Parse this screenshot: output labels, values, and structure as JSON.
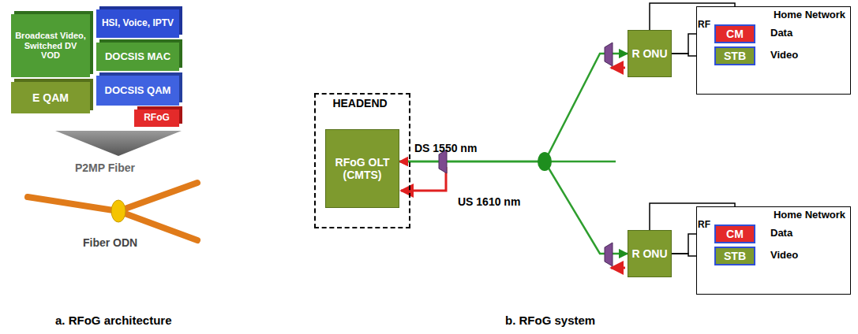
{
  "diagram": {
    "nodes": [
      {
        "text": [
          "Broadcast Video, Switched DV VOD"
        ]
      },
      {
        "text": [
          "HSI, Voice, IPTV"
        ]
      },
      {
        "text": [
          "DOCSIS MAC"
        ]
      },
      {
        "text": [
          "E QAM"
        ]
      },
      {
        "text": [
          "DOCSIS QAM"
        ]
      },
      {
        "text": [
          "RFoG"
        ]
      },
      {
        "text": [
          "HEADEND"
        ]
      },
      {
        "text": [
          "RFoG OLT (CMTS)"
        ],
        "in": 6
      },
      {
        "text": [
          "R ONU"
        ]
      },
      {
        "text": [
          "Home Network"
        ]
      },
      {
        "text": [
          "CM"
        ],
        "in": 9
      },
      {
        "text": [
          "STB"
        ],
        "in": 9
      },
      {
        "text": [
          "R ONU"
        ]
      },
      {
        "text": [
          "Home Network"
        ]
      },
      {
        "text": [
          "CM"
        ],
        "in": 13
      },
      {
        "text": [
          "STB"
        ],
        "in": 13
      }
    ],
    "edges": [
      {
        "from": 7,
        "to": 8,
        "arrow": "both"
      },
      {
        "from": 8,
        "to": 10,
        "arrow": "to"
      },
      {
        "from": 8,
        "to": 11,
        "arrow": "to"
      },
      {
        "from": 8,
        "to": 10,
        "arrow": "to"
      },
      {
        "from": 7,
        "to": 12,
        "arrow": "both"
      },
      {
        "from": 12,
        "to": 14,
        "arrow": "to"
      },
      {
        "from": 12,
        "to": 15,
        "arrow": "to"
      },
      {
        "from": 12,
        "to": 14,
        "arrow": "to"
      }
    ],
    "labels": [
      "P2MP Fiber",
      "Fiber ODN",
      "a. RFoG architecture",
      "DS 1550 nm",
      "US 1610 nm",
      "RF",
      "Data",
      "Video",
      "RF",
      "Data",
      "Video",
      "b. RFoG system"
    ]
  }
}
